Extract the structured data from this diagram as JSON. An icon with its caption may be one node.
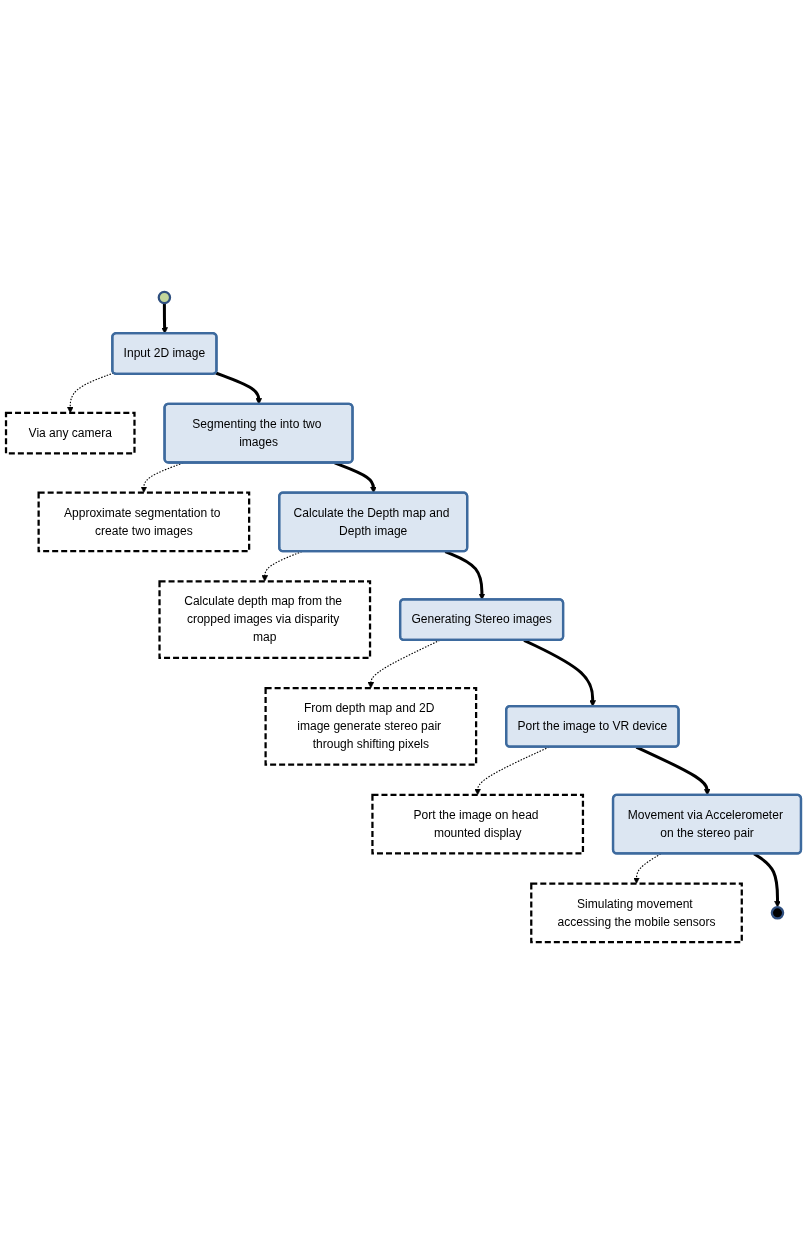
{
  "diagram": {
    "nodes": [
      {
        "text": [],
        "shape": "circle"
      },
      {
        "text": [
          "Input 2D image"
        ]
      },
      {
        "text": [
          "Via any camera"
        ]
      },
      {
        "text": [
          "Segmenting the into two images"
        ]
      },
      {
        "text": [
          "Approximate segmentation to create two images"
        ]
      },
      {
        "text": [
          "Calculate the Depth map and Depth image"
        ]
      },
      {
        "text": [
          "Calculate depth map from the cropped images via disparity map"
        ]
      },
      {
        "text": [
          "Generating Stereo images"
        ]
      },
      {
        "text": [
          "From depth map and 2D image generate stereo pair through shifting pixels"
        ]
      },
      {
        "text": [
          "Port the image to VR device"
        ]
      },
      {
        "text": [
          "Port the image on head mounted display"
        ]
      },
      {
        "text": [
          "Movement via Accelerometer on the stereo pair"
        ]
      },
      {
        "text": [
          "Simulating movement accessing the mobile sensors"
        ]
      },
      {
        "text": [],
        "shape": "circle"
      }
    ],
    "edges": [
      {
        "from": 0,
        "to": 1,
        "arrow": "to"
      },
      {
        "from": 1,
        "to": 2,
        "arrow": "to",
        "style": "dashed"
      },
      {
        "from": 1,
        "to": 3,
        "arrow": "to"
      },
      {
        "from": 3,
        "to": 4,
        "arrow": "to",
        "style": "dashed"
      },
      {
        "from": 3,
        "to": 5,
        "arrow": "to"
      },
      {
        "from": 5,
        "to": 6,
        "arrow": "to",
        "style": "dashed"
      },
      {
        "from": 5,
        "to": 7,
        "arrow": "to"
      },
      {
        "from": 7,
        "to": 8,
        "arrow": "to",
        "style": "dashed"
      },
      {
        "from": 7,
        "to": 9,
        "arrow": "to"
      },
      {
        "from": 9,
        "to": 10,
        "arrow": "to",
        "style": "dashed"
      },
      {
        "from": 9,
        "to": 11,
        "arrow": "to"
      },
      {
        "from": 11,
        "to": 12,
        "arrow": "to",
        "style": "dashed"
      },
      {
        "from": 11,
        "to": 13,
        "arrow": "to"
      }
    ]
  }
}
